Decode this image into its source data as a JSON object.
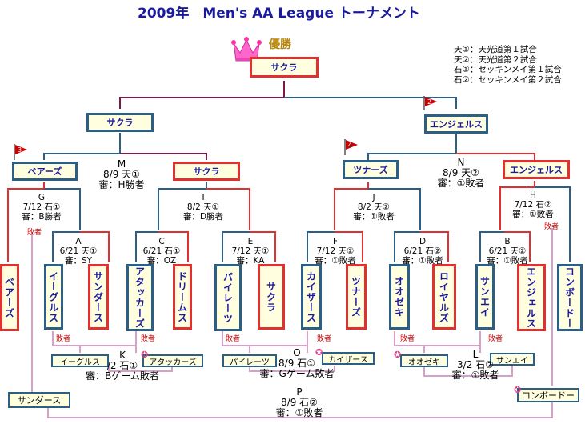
{
  "title": "2009年　Men's AA League トーナメント",
  "legend": [
    "天①：天光道第１試合",
    "天②：天光道第２試合",
    "石①：セッキンメイ第１試合",
    "石②：セッキンメイ第２試合"
  ],
  "champion_label": "優勝",
  "champion": "サクラ",
  "semifinal": {
    "left": "サクラ",
    "right": "エンジェルス"
  },
  "flags": {
    "right_semi": "2",
    "n_right": "4",
    "g_left": "3"
  },
  "quarter": {
    "m_left": "ベアーズ",
    "m_right": "サクラ",
    "n_left": "ツナーズ",
    "n_right": "エンジェルス"
  },
  "teams": [
    "ベアーズ",
    "イーグルス",
    "サンダース",
    "アタッカーズ",
    "ドリームス",
    "パイレーツ",
    "サクラ",
    "カイザース",
    "ツナーズ",
    "オオゼキ",
    "ロイヤルズ",
    "サンエイ",
    "エンジェルス",
    "コンボードー"
  ],
  "matches": {
    "M": {
      "id": "M",
      "date": "8/9 天①",
      "ref": "審：H勝者"
    },
    "N": {
      "id": "N",
      "date": "8/9 天②",
      "ref": "審：①敗者"
    },
    "G": {
      "id": "G",
      "date": "7/12 石①",
      "ref": "審：B勝者"
    },
    "I": {
      "id": "I",
      "date": "8/2 天①",
      "ref": "審：D勝者"
    },
    "J": {
      "id": "J",
      "date": "8/2 天②",
      "ref": "審：①敗者"
    },
    "H": {
      "id": "H",
      "date": "7/12 石②",
      "ref": "審：①敗者"
    },
    "A": {
      "id": "A",
      "date": "6/21 天①",
      "ref": "審：SY"
    },
    "C": {
      "id": "C",
      "date": "6/21 石①",
      "ref": "審：OZ"
    },
    "E": {
      "id": "E",
      "date": "7/12 天①",
      "ref": "審：KA"
    },
    "F": {
      "id": "F",
      "date": "7/12 天②",
      "ref": "審：①敗者"
    },
    "D": {
      "id": "D",
      "date": "6/21 石②",
      "ref": "審：①敗者"
    },
    "B": {
      "id": "B",
      "date": "6/21 天②",
      "ref": "審：①敗者"
    },
    "K": {
      "id": "K",
      "date": "/2 石①",
      "ref": "審：Bゲーム敗者"
    },
    "O": {
      "id": "O",
      "date": "8/9 石①",
      "ref": "審：Gゲーム敗者"
    },
    "L": {
      "id": "L",
      "date": "3/2 石②",
      "ref": "審：①敗者"
    },
    "P": {
      "id": "P",
      "date": "8/9 石②",
      "ref": "審：①敗者"
    }
  },
  "loser_label": "敗者",
  "consolation": {
    "k_left": "イーグルス",
    "k_right": "アタッカーズ",
    "o_left": "パイレーツ",
    "o_right": "カイザース",
    "l_left": "オオゼキ",
    "l_right": "サンエイ",
    "p_left": "サンダース",
    "p_right": "コンボードー"
  },
  "colors": {
    "blue_line": "#2b5f86",
    "red_line": "#e03030",
    "winner_line": "#7a1a4a",
    "loser_line": "#c9a0d8",
    "box_fill": "#ffffe0"
  }
}
